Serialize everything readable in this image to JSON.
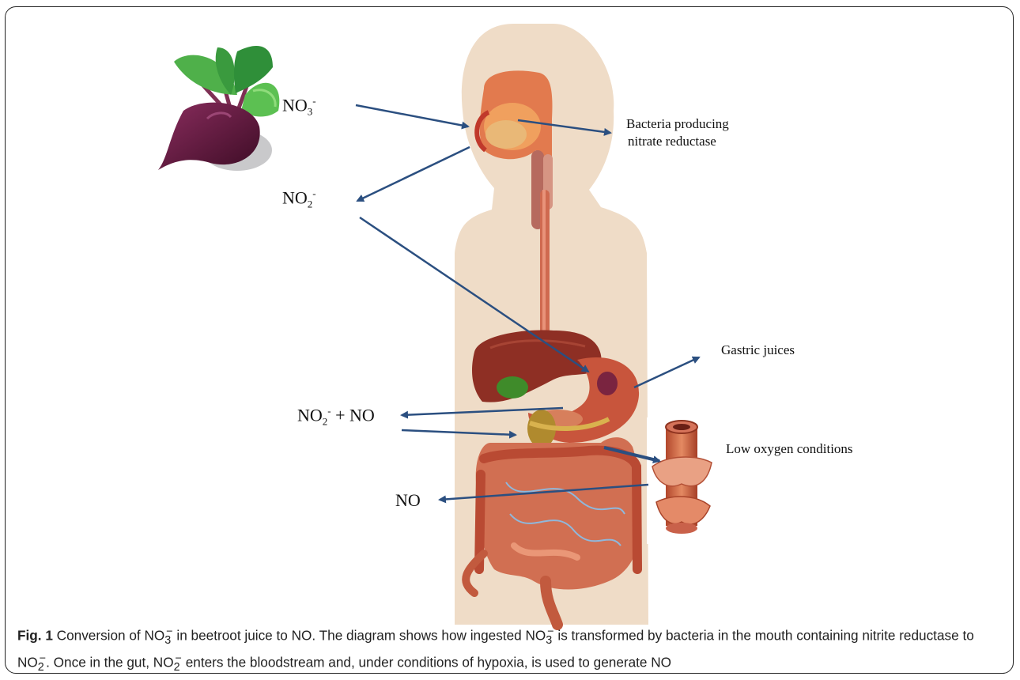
{
  "labels": {
    "nitrate_base": "NO",
    "nitrate_sub": "3",
    "nitrate_sup": "-",
    "nitrite_base": "NO",
    "nitrite_sub": "2",
    "nitrite_sup": "-",
    "mix_base": "NO",
    "mix_sub": "2",
    "mix_sup": "-",
    "mix_rest": " + NO",
    "no": "NO",
    "bacteria_line1": "Bacteria producing",
    "bacteria_line2": "nitrate reductase",
    "gastric": "Gastric juices",
    "low_oxygen": "Low oxygen conditions"
  },
  "caption": {
    "fig_label": "Fig. 1",
    "p1": " Conversion of NO",
    "p1_sub": "3",
    "p1_sup": "−",
    "p2": " in beetroot juice to NO. The diagram shows how ingested NO",
    "p2_sub": "3",
    "p2_sup": "−",
    "p3": " is transformed by bacteria in the mouth containing nitrite reductase to NO",
    "p3_sub": "2",
    "p3_sup": "−",
    "p4": ". Once in the gut, NO",
    "p4_sub": "2",
    "p4_sup": "−",
    "p5": " enters the bloodstream and, under conditions of hypoxia, is used to generate NO"
  },
  "colors": {
    "arrow": "#2b4f80",
    "body": "#efdcc7",
    "organ": "#c8553c",
    "liver": "#8e2f24",
    "beet": "#5a1436",
    "leaf": "#3aa043"
  }
}
